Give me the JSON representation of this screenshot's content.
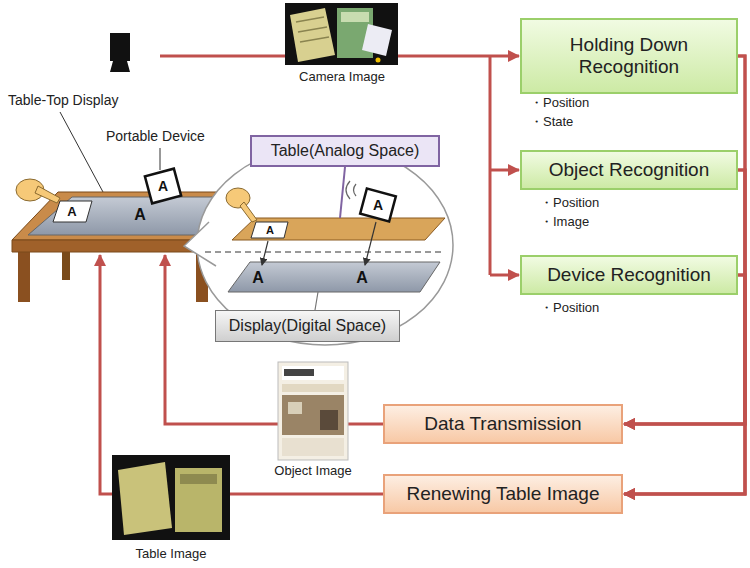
{
  "diagram": {
    "nodes": [
      {
        "text": [
          "Holding Down Recognition"
        ]
      },
      {
        "text": [
          "Object Recognition"
        ]
      },
      {
        "text": [
          "Device Recognition"
        ]
      },
      {
        "text": [
          "Table(Analog Space)"
        ]
      },
      {
        "text": [
          "Display(Digital Space)"
        ]
      },
      {
        "text": [
          "Data Transmission"
        ]
      },
      {
        "text": [
          "Renewing Table Image"
        ]
      }
    ],
    "edges": [
      {
        "from": 0,
        "to": 5,
        "arrow": "to"
      },
      {
        "from": 0,
        "to": 6,
        "arrow": "to"
      },
      {
        "from": 1,
        "to": 5,
        "arrow": "to"
      },
      {
        "from": 1,
        "to": 6,
        "arrow": "to"
      },
      {
        "from": 2,
        "to": 5,
        "arrow": "to"
      },
      {
        "from": 2,
        "to": 6,
        "arrow": "to"
      }
    ],
    "labels": [
      "Table-Top Display",
      "Portable Device",
      "Camera Image",
      "・Position",
      "・State",
      "・Position",
      "・Image",
      "・Position",
      "Object Image",
      "Table Image",
      "A",
      "A",
      "A",
      "A",
      "A",
      "A",
      "A"
    ]
  }
}
